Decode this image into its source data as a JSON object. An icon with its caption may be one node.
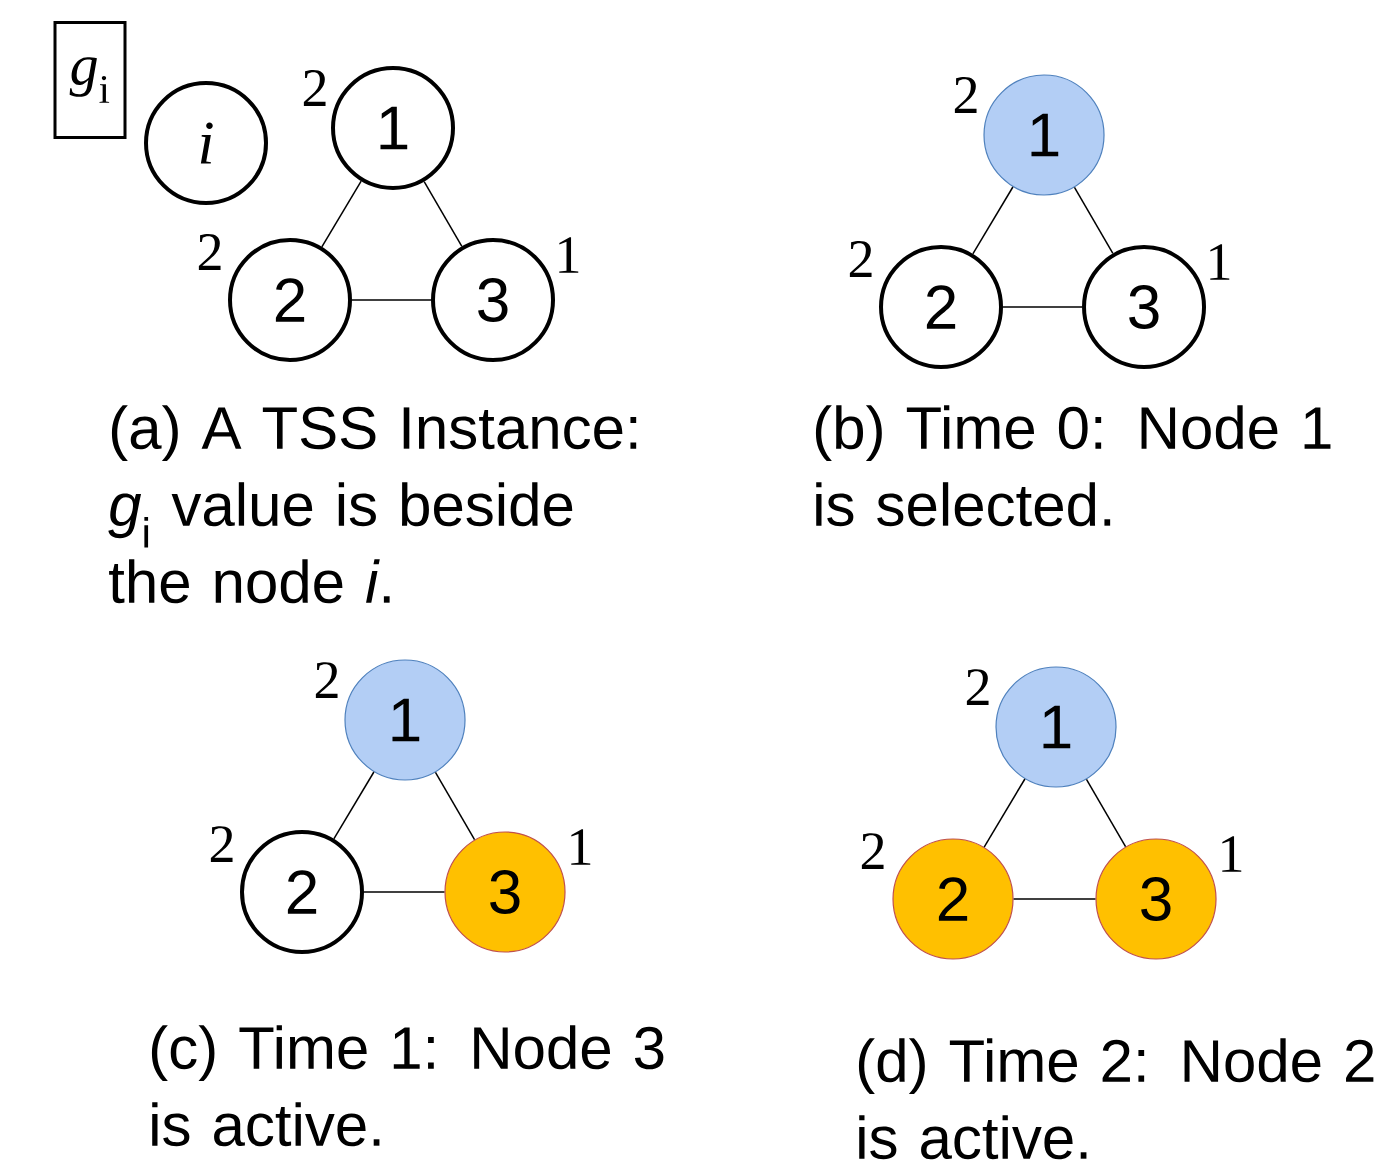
{
  "diagram": {
    "nodes": [
      {
        "text": [
          "*g*$_{i}$"
        ]
      },
      {
        "text": [
          "*i*"
        ]
      },
      {
        "text": [
          "1"
        ],
        "beside": [
          "2"
        ]
      },
      {
        "text": [
          "2"
        ],
        "beside": [
          "2"
        ]
      },
      {
        "text": [
          "3"
        ],
        "beside": [
          "1"
        ]
      },
      {
        "text": [
          "1"
        ],
        "beside": [
          "2"
        ]
      },
      {
        "text": [
          "2"
        ],
        "beside": [
          "2"
        ]
      },
      {
        "text": [
          "3"
        ],
        "beside": [
          "1"
        ]
      },
      {
        "text": [
          "1"
        ],
        "beside": [
          "2"
        ]
      },
      {
        "text": [
          "2"
        ],
        "beside": [
          "2"
        ]
      },
      {
        "text": [
          "3"
        ],
        "beside": [
          "1"
        ]
      },
      {
        "text": [
          "1"
        ],
        "beside": [
          "2"
        ]
      },
      {
        "text": [
          "2"
        ],
        "beside": [
          "2"
        ]
      },
      {
        "text": [
          "3"
        ],
        "beside": [
          "1"
        ]
      }
    ],
    "edges": [
      {
        "from": 2,
        "to": 3,
        "arrow": "none"
      },
      {
        "from": 2,
        "to": 4,
        "arrow": "none"
      },
      {
        "from": 3,
        "to": 4,
        "arrow": "none"
      },
      {
        "from": 5,
        "to": 6,
        "arrow": "none"
      },
      {
        "from": 5,
        "to": 7,
        "arrow": "none"
      },
      {
        "from": 6,
        "to": 7,
        "arrow": "none"
      },
      {
        "from": 8,
        "to": 9,
        "arrow": "none"
      },
      {
        "from": 8,
        "to": 10,
        "arrow": "none"
      },
      {
        "from": 9,
        "to": 10,
        "arrow": "none"
      },
      {
        "from": 11,
        "to": 12,
        "arrow": "none"
      },
      {
        "from": 11,
        "to": 13,
        "arrow": "none"
      },
      {
        "from": 12,
        "to": 13,
        "arrow": "none"
      }
    ],
    "labels": [
      "(a) A TSS Instance: *g*$_{i}$ value is beside the node *i*.",
      "(b) Time 0: Node 1 is selected.",
      "(c) Time 1: Node 3 is active.",
      "(d) Time 2: Node 2 is active."
    ]
  }
}
